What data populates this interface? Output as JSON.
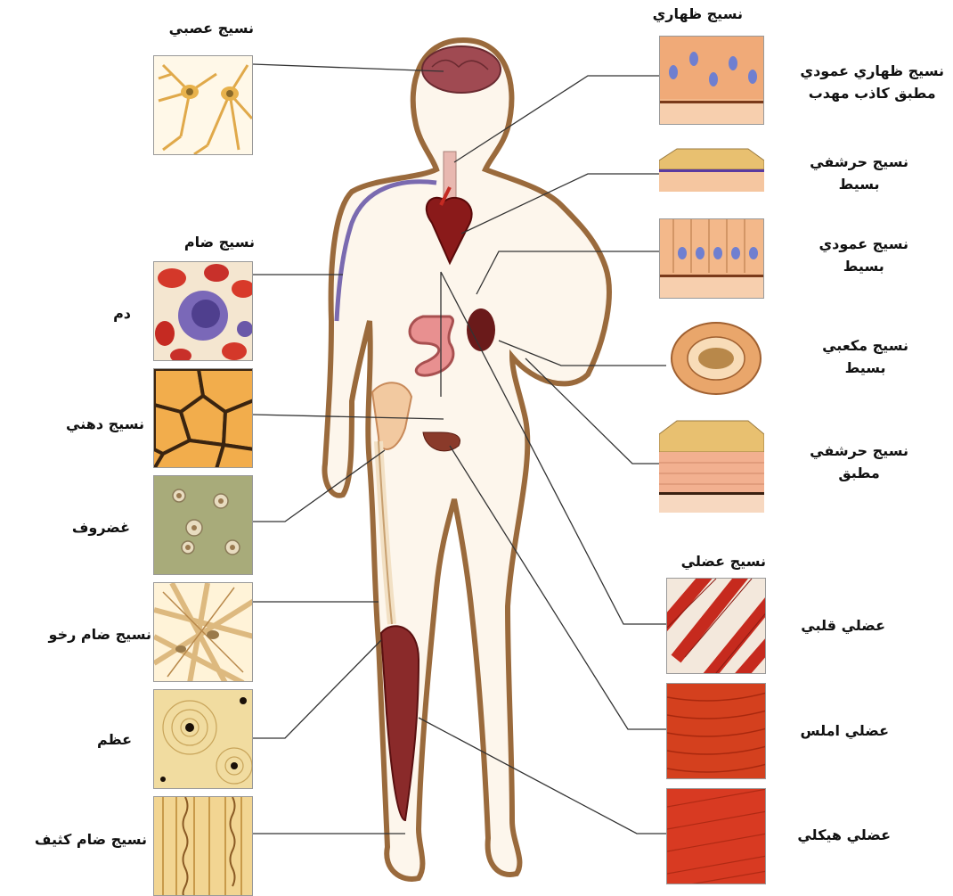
{
  "titles": {
    "nervous": "نسيج عصبي",
    "connective": "نسيج ضام",
    "epithelial": "نسيج ظهاري",
    "muscle": "نسيج عضلي"
  },
  "left_labels": {
    "blood": "دم",
    "adipose": "نسيج دهني",
    "cartilage": "غضروف",
    "loose": "نسيج ضام رخو",
    "bone": "عظم",
    "dense": "نسيج ضام كثيف"
  },
  "right_labels": {
    "pseudo_1": "نسيج ظهاري عمودي",
    "pseudo_2": "مطبق كاذب مهدب",
    "squamous_1": "نسيج حرشفي",
    "squamous_2": "بسيط",
    "columnar_1": "نسيج عمودي",
    "columnar_2": "بسيط",
    "cuboidal_1": "نسيج مكعبي",
    "cuboidal_2": "بسيط",
    "stratified_1": "نسيج حرشفي",
    "stratified_2": "مطبق",
    "cardiac": "عضلي قلبي",
    "smooth": "عضلي املس",
    "skeletal": "عضلي هيكلي"
  },
  "colors": {
    "skin": "#fdf6ec",
    "outline": "#9a6a3c",
    "blood_red": "#c62a20",
    "fat": "#e8a342",
    "cartilage_bg": "#a8ab7a",
    "muscle_red": "#c8321d",
    "epi_orange": "#e9a66b",
    "nucleus_blue": "#6f7fd0"
  }
}
